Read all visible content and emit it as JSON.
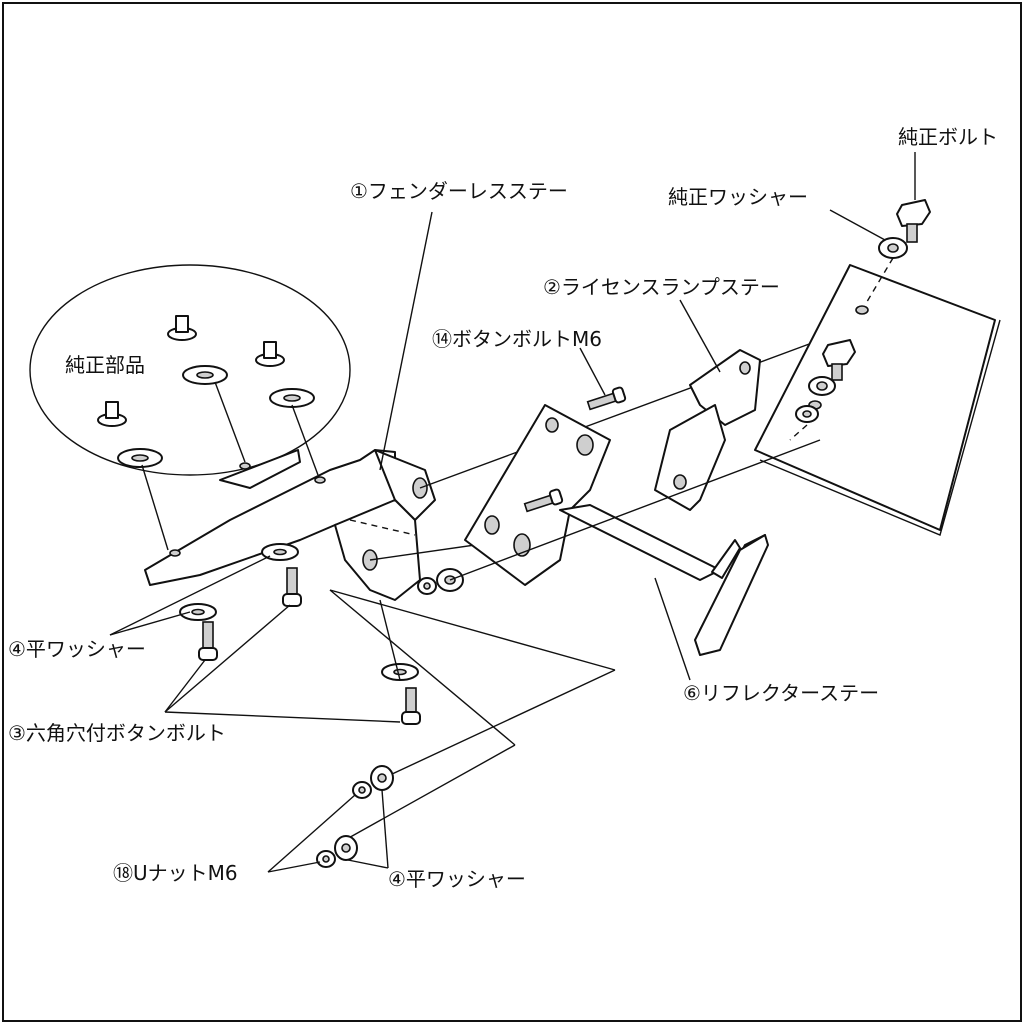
{
  "labels": {
    "fenderless_stay": "①フェンダーレスステー",
    "genuine_bolt": "純正ボルト",
    "genuine_washer": "純正ワッシャー",
    "license_lamp_stay": "②ライセンスランプステー",
    "button_bolt_m6": "⑭ボタンボルトM6",
    "genuine_parts": "純正部品",
    "flat_washer_left": "④平ワッシャー",
    "hex_button_bolt": "③六角穴付ボタンボルト",
    "reflector_stay": "⑥リフレクターステー",
    "u_nut_m6": "⑱UナットM6",
    "flat_washer_bottom": "④平ワッシャー"
  }
}
